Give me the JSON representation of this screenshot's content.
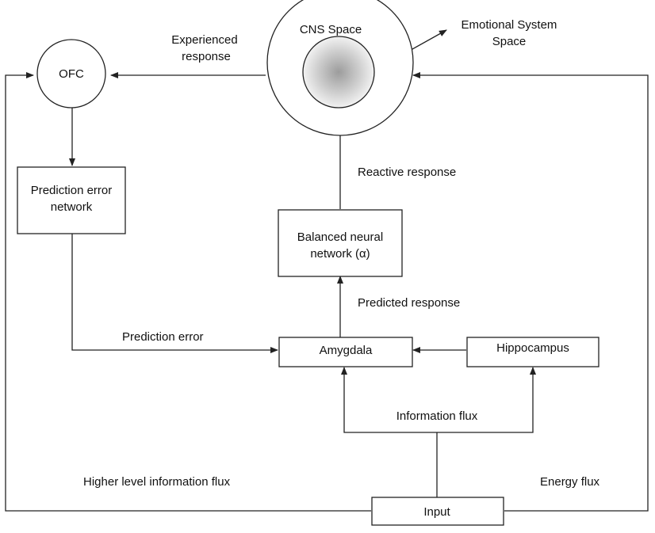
{
  "nodes": {
    "ofc": "OFC",
    "cns_space": "CNS Space",
    "emotional_system": [
      "Emotional System",
      "Space"
    ],
    "prediction_error_network": [
      "Prediction error",
      "network"
    ],
    "balanced_neural_network": [
      "Balanced neural",
      "network (α)"
    ],
    "amygdala": "Amygdala",
    "hippocampus": "Hippocampus",
    "input": "Input"
  },
  "edge_labels": {
    "experienced_response": [
      "Experienced",
      "response"
    ],
    "reactive_response": "Reactive response",
    "predicted_response": "Predicted response",
    "prediction_error": "Prediction error",
    "information_flux": "Information  flux",
    "higher_level_information_flux": "Higher level information flux",
    "energy_flux": "Energy flux"
  },
  "colors": {
    "stroke": "#222222",
    "text": "#111111",
    "cns_core_center": "#a0a0a0",
    "cns_core_edge": "#f2f2f2"
  }
}
